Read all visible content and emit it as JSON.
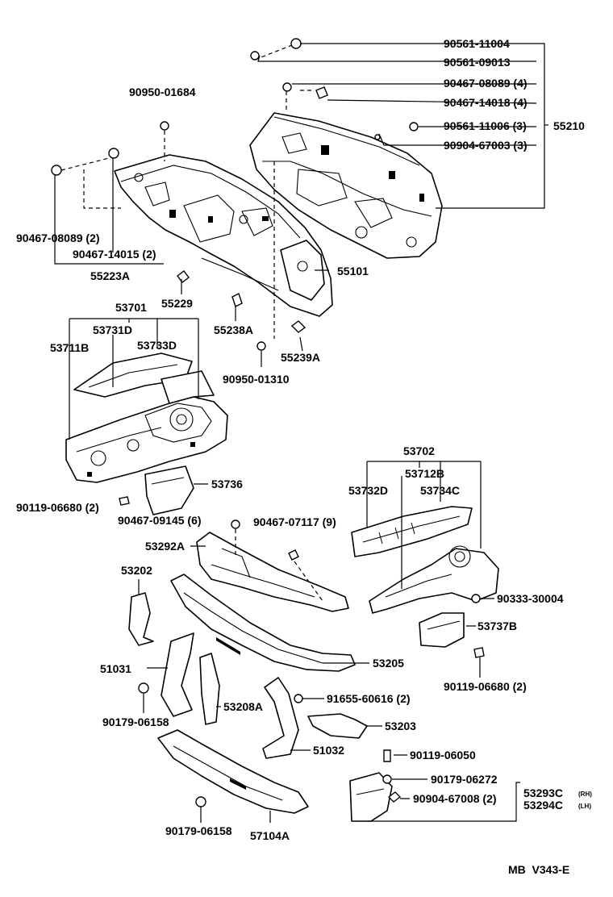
{
  "labels": {
    "l90561_11004": "90561-11004",
    "l90561_09013": "90561-09013",
    "l90467_08089_4": "90467-08089 (4)",
    "l90467_14018_4": "90467-14018 (4)",
    "l90561_11006_3": "90561-11006 (3)",
    "l55210": "55210",
    "l90904_67003_3": "90904-67003 (3)",
    "l90950_01684": "90950-01684",
    "l90467_08089_2": "90467-08089 (2)",
    "l90467_14015_2": "90467-14015 (2)",
    "l55223A": "55223A",
    "l55229": "55229",
    "l55101": "55101",
    "l55238A": "55238A",
    "l55239A": "55239A",
    "l90950_01310": "90950-01310",
    "l53701": "53701",
    "l53731D": "53731D",
    "l53711B": "53711B",
    "l53733D": "53733D",
    "l53736": "53736",
    "l90119_06680_2a": "90119-06680 (2)",
    "l90467_09145_6": "90467-09145 (6)",
    "l90467_07117_9": "90467-07117 (9)",
    "l53702": "53702",
    "l53712B": "53712B",
    "l53732D": "53732D",
    "l53734C": "53734C",
    "l53292A": "53292A",
    "l53202": "53202",
    "l90333_30004": "90333-30004",
    "l53737B": "53737B",
    "l51031": "51031",
    "l53205": "53205",
    "l90119_06680_2b": "90119-06680 (2)",
    "l90179_06158a": "90179-06158",
    "l53208A": "53208A",
    "l91655_60616_2": "91655-60616 (2)",
    "l53203": "53203",
    "l51032": "51032",
    "l90119_06050": "90119-06050",
    "l90179_06272": "90179-06272",
    "l53293C": "53293C",
    "rh": "(RH)",
    "l90904_67008_2": "90904-67008 (2)",
    "l53294C": "53294C",
    "lh": "(LH)",
    "l90179_06158b": "90179-06158",
    "l57104A": "57104A",
    "code": "MB  V343-E"
  }
}
